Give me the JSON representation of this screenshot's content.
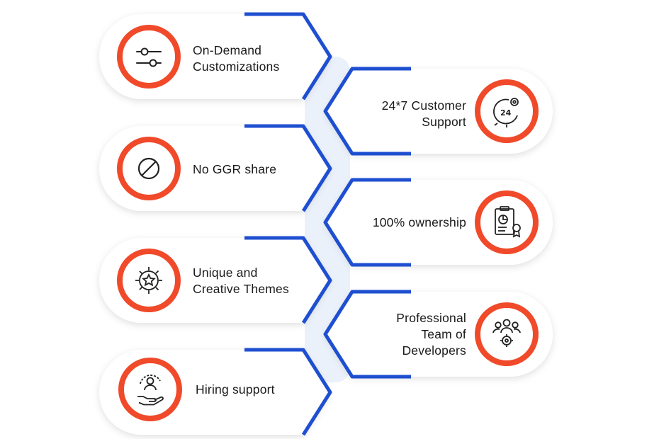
{
  "colors": {
    "accent": "#f04a2a",
    "chevron": "#1f4fd1",
    "connector": "#dde7f7",
    "text": "#1a1a1a"
  },
  "features": [
    {
      "label": "On-Demand\nCustomizations",
      "icon": "sliders-icon"
    },
    {
      "label": "24*7 Customer\nSupport",
      "icon": "clock-24-gear-icon"
    },
    {
      "label": "No GGR share",
      "icon": "prohibited-icon"
    },
    {
      "label": "100% ownership",
      "icon": "certificate-chart-icon"
    },
    {
      "label": "Unique and\nCreative Themes",
      "icon": "gear-star-icon"
    },
    {
      "label": "Professional\nTeam of\nDevelopers",
      "icon": "team-gear-icon"
    },
    {
      "label": "Hiring support",
      "icon": "hand-person-icon"
    }
  ]
}
